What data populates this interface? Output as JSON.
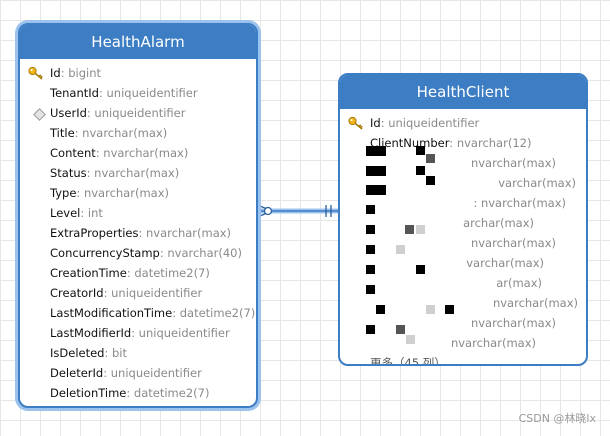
{
  "entities": {
    "health_alarm": {
      "title": "HealthAlarm",
      "fields": [
        {
          "name": "Id",
          "type": ": bigint",
          "icon": "key"
        },
        {
          "name": "TenantId",
          "type": ": uniqueidentifier",
          "icon": ""
        },
        {
          "name": "UserId",
          "type": ": uniqueidentifier",
          "icon": "diamond"
        },
        {
          "name": "Title",
          "type": ": nvarchar(max)",
          "icon": ""
        },
        {
          "name": "Content",
          "type": ": nvarchar(max)",
          "icon": ""
        },
        {
          "name": "Status",
          "type": ": nvarchar(max)",
          "icon": ""
        },
        {
          "name": "Type",
          "type": ": nvarchar(max)",
          "icon": ""
        },
        {
          "name": "Level",
          "type": ": int",
          "icon": ""
        },
        {
          "name": "ExtraProperties",
          "type": ": nvarchar(max)",
          "icon": ""
        },
        {
          "name": "ConcurrencyStamp",
          "type": ": nvarchar(40)",
          "icon": ""
        },
        {
          "name": "CreationTime",
          "type": ": datetime2(7)",
          "icon": ""
        },
        {
          "name": "CreatorId",
          "type": ": uniqueidentifier",
          "icon": ""
        },
        {
          "name": "LastModificationTime",
          "type": ": datetime2(7)",
          "icon": ""
        },
        {
          "name": "LastModifierId",
          "type": ": uniqueidentifier",
          "icon": ""
        },
        {
          "name": "IsDeleted",
          "type": ": bit",
          "icon": ""
        },
        {
          "name": "DeleterId",
          "type": ": uniqueidentifier",
          "icon": ""
        },
        {
          "name": "DeletionTime",
          "type": ": datetime2(7)",
          "icon": ""
        }
      ]
    },
    "health_client": {
      "title": "HealthClient",
      "fields": [
        {
          "name": "Id",
          "type": ": uniqueidentifier",
          "icon": "key"
        },
        {
          "name": "ClientNumber",
          "type": ": nvarchar(12)",
          "icon": ""
        },
        {
          "name": "",
          "type": "nvarchar(max)",
          "icon": ""
        },
        {
          "name": "",
          "type": "varchar(max)",
          "icon": ""
        },
        {
          "name": "",
          "type": ": nvarchar(max)",
          "icon": ""
        },
        {
          "name": "",
          "type": "archar(max)",
          "icon": ""
        },
        {
          "name": "",
          "type": "nvarchar(max)",
          "icon": ""
        },
        {
          "name": "",
          "type": "varchar(max)",
          "icon": ""
        },
        {
          "name": "",
          "type": "ar(max)",
          "icon": ""
        },
        {
          "name": "",
          "type": "nvarchar(max)",
          "icon": ""
        },
        {
          "name": "",
          "type": "nvarchar(max)",
          "icon": ""
        },
        {
          "name": "",
          "type": "nvarchar(max)",
          "icon": ""
        }
      ],
      "more_label": "更多（45 列）..."
    }
  },
  "watermark": "CSDN @林晓lx",
  "colors": {
    "header": "#3c7dc4",
    "selected_glow": "#9cc3ee",
    "relation": "#3c7dc4"
  }
}
